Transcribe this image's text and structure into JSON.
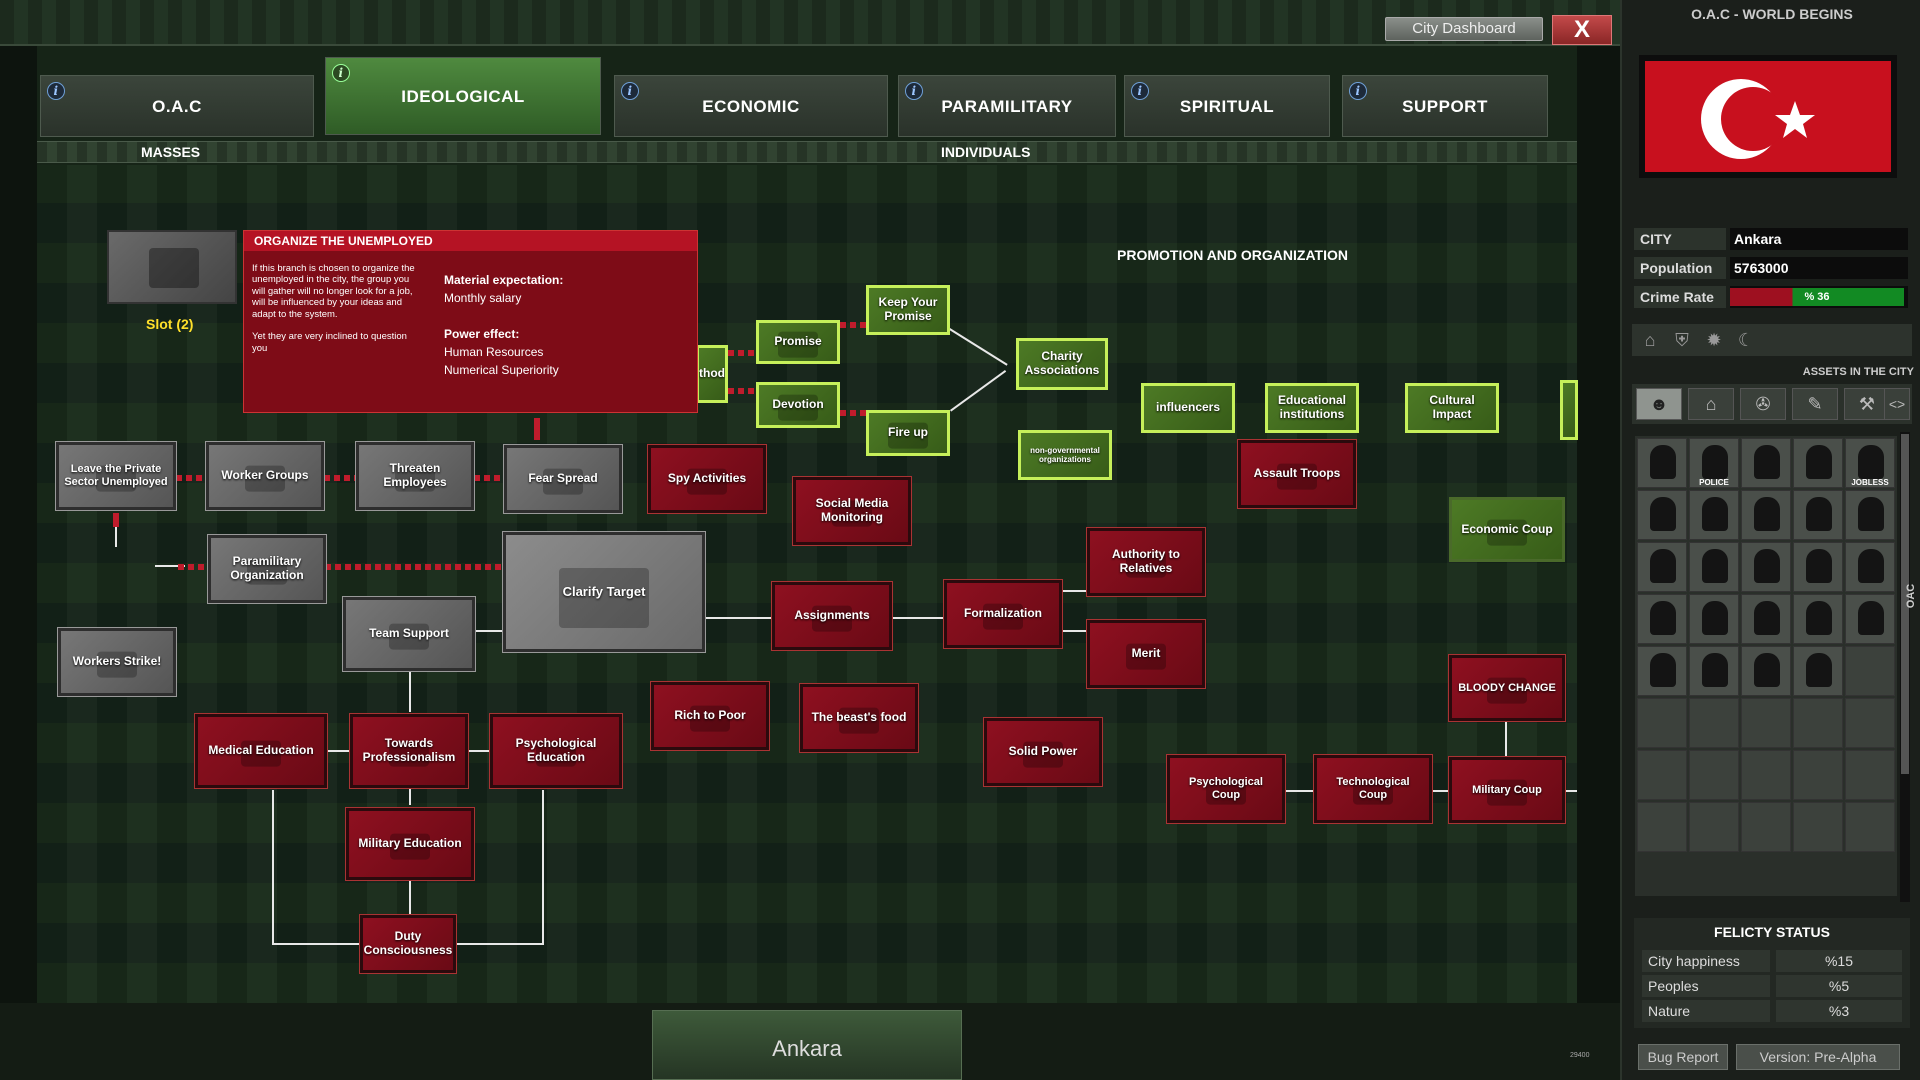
{
  "header": {
    "dashboard_label": "City Dashboard",
    "close_label": "X"
  },
  "tabs": [
    {
      "label": "O.A.C",
      "active": false
    },
    {
      "label": "IDEOLOGICAL",
      "active": true
    },
    {
      "label": "ECONOMIC",
      "active": false
    },
    {
      "label": "PARAMILITARY",
      "active": false
    },
    {
      "label": "SPIRITUAL",
      "active": false
    },
    {
      "label": "SUPPORT",
      "active": false
    }
  ],
  "info_icon": "i",
  "sections": {
    "masses": "MASSES",
    "individuals": "INDIVIDUALS",
    "promotion": "PROMOTION AND ORGANIZATION"
  },
  "tooltip": {
    "title": "ORGANIZE THE UNEMPLOYED",
    "description": "If this branch is chosen to organize the unemployed in the city, the group you will gather will no longer look for a job, will be influenced by your ideas and adapt to the system.\n\nYet they are very inclined to question you",
    "material_heading": "Material expectation:",
    "material_value": "Monthly salary",
    "power_heading": "Power effect:",
    "power_values": [
      "Human Resources",
      "Numerical Superiority"
    ]
  },
  "slot_label": "Slot (2)",
  "nodes": {
    "method": "thod",
    "promise": "Promise",
    "keep_promise": "Keep Your Promise",
    "devotion": "Devotion",
    "fire_up": "Fire up",
    "charity": "Charity Associations",
    "ngo": "non-governmental organizations",
    "influencers": "influencers",
    "edu_institutions": "Educational institutions",
    "cultural_impact": "Cultural Impact",
    "assault_troops": "Assault Troops",
    "economic_coup": "Economic Coup",
    "leave_private": "Leave the Private Sector Unemployed",
    "worker_groups": "Worker Groups",
    "threaten_employees": "Threaten Employees",
    "fear_spread": "Fear Spread",
    "spy_activities": "Spy Activities",
    "social_media": "Social Media Monitoring",
    "paramilitary_org": "Paramilitary Organization",
    "clarify_target": "Clarify Target",
    "team_support": "Team Support",
    "workers_strike": "Workers Strike!",
    "assignments": "Assignments",
    "formalization": "Formalization",
    "authority_relatives": "Authority to Relatives",
    "merit": "Merit",
    "medical_education": "Medical Education",
    "towards_prof": "Towards Professionalism",
    "psych_education": "Psychological Education",
    "rich_to_poor": "Rich to Poor",
    "beasts_food": "The beast's food",
    "solid_power": "Solid Power",
    "military_education": "Military Education",
    "duty_consciousness": "Duty Consciousness",
    "psych_coup": "Psychological Coup",
    "tech_coup": "Technological Coup",
    "military_coup": "Military Coup",
    "bloody_change": "BLOODY CHANGE"
  },
  "footer": {
    "city_tab": "Ankara",
    "tiny_version": "29400"
  },
  "sidebar": {
    "title": "O.A.C - WORLD BEGINS",
    "flag": "Turkey",
    "city_label": "CITY",
    "city_value": "Ankara",
    "population_label": "Population",
    "population_value": "5763000",
    "crime_label": "Crime Rate",
    "crime_value": "% 36",
    "crime_fraction": 0.36,
    "tool_icons": [
      "home-icon",
      "shield-icon",
      "gear-burst-icon",
      "moon-icon"
    ],
    "assets_label": "ASSETS IN THE CITY",
    "categories": [
      "person-icon",
      "house-icon",
      "wheel-icon",
      "quill-icon",
      "wrench-icon",
      "arrows-icon"
    ],
    "asset_labels": [
      "",
      "POLICE",
      "",
      "",
      "JOBLESS"
    ],
    "asset_count": 24,
    "side_vertical": "OAC",
    "felicity_title": "FELICTY STATUS",
    "felicity": [
      {
        "label": "City happiness",
        "value": "%15"
      },
      {
        "label": "Peoples",
        "value": "%5"
      },
      {
        "label": "Nature",
        "value": "%3"
      }
    ],
    "bug_report": "Bug Report",
    "version": "Version: Pre-Alpha"
  }
}
